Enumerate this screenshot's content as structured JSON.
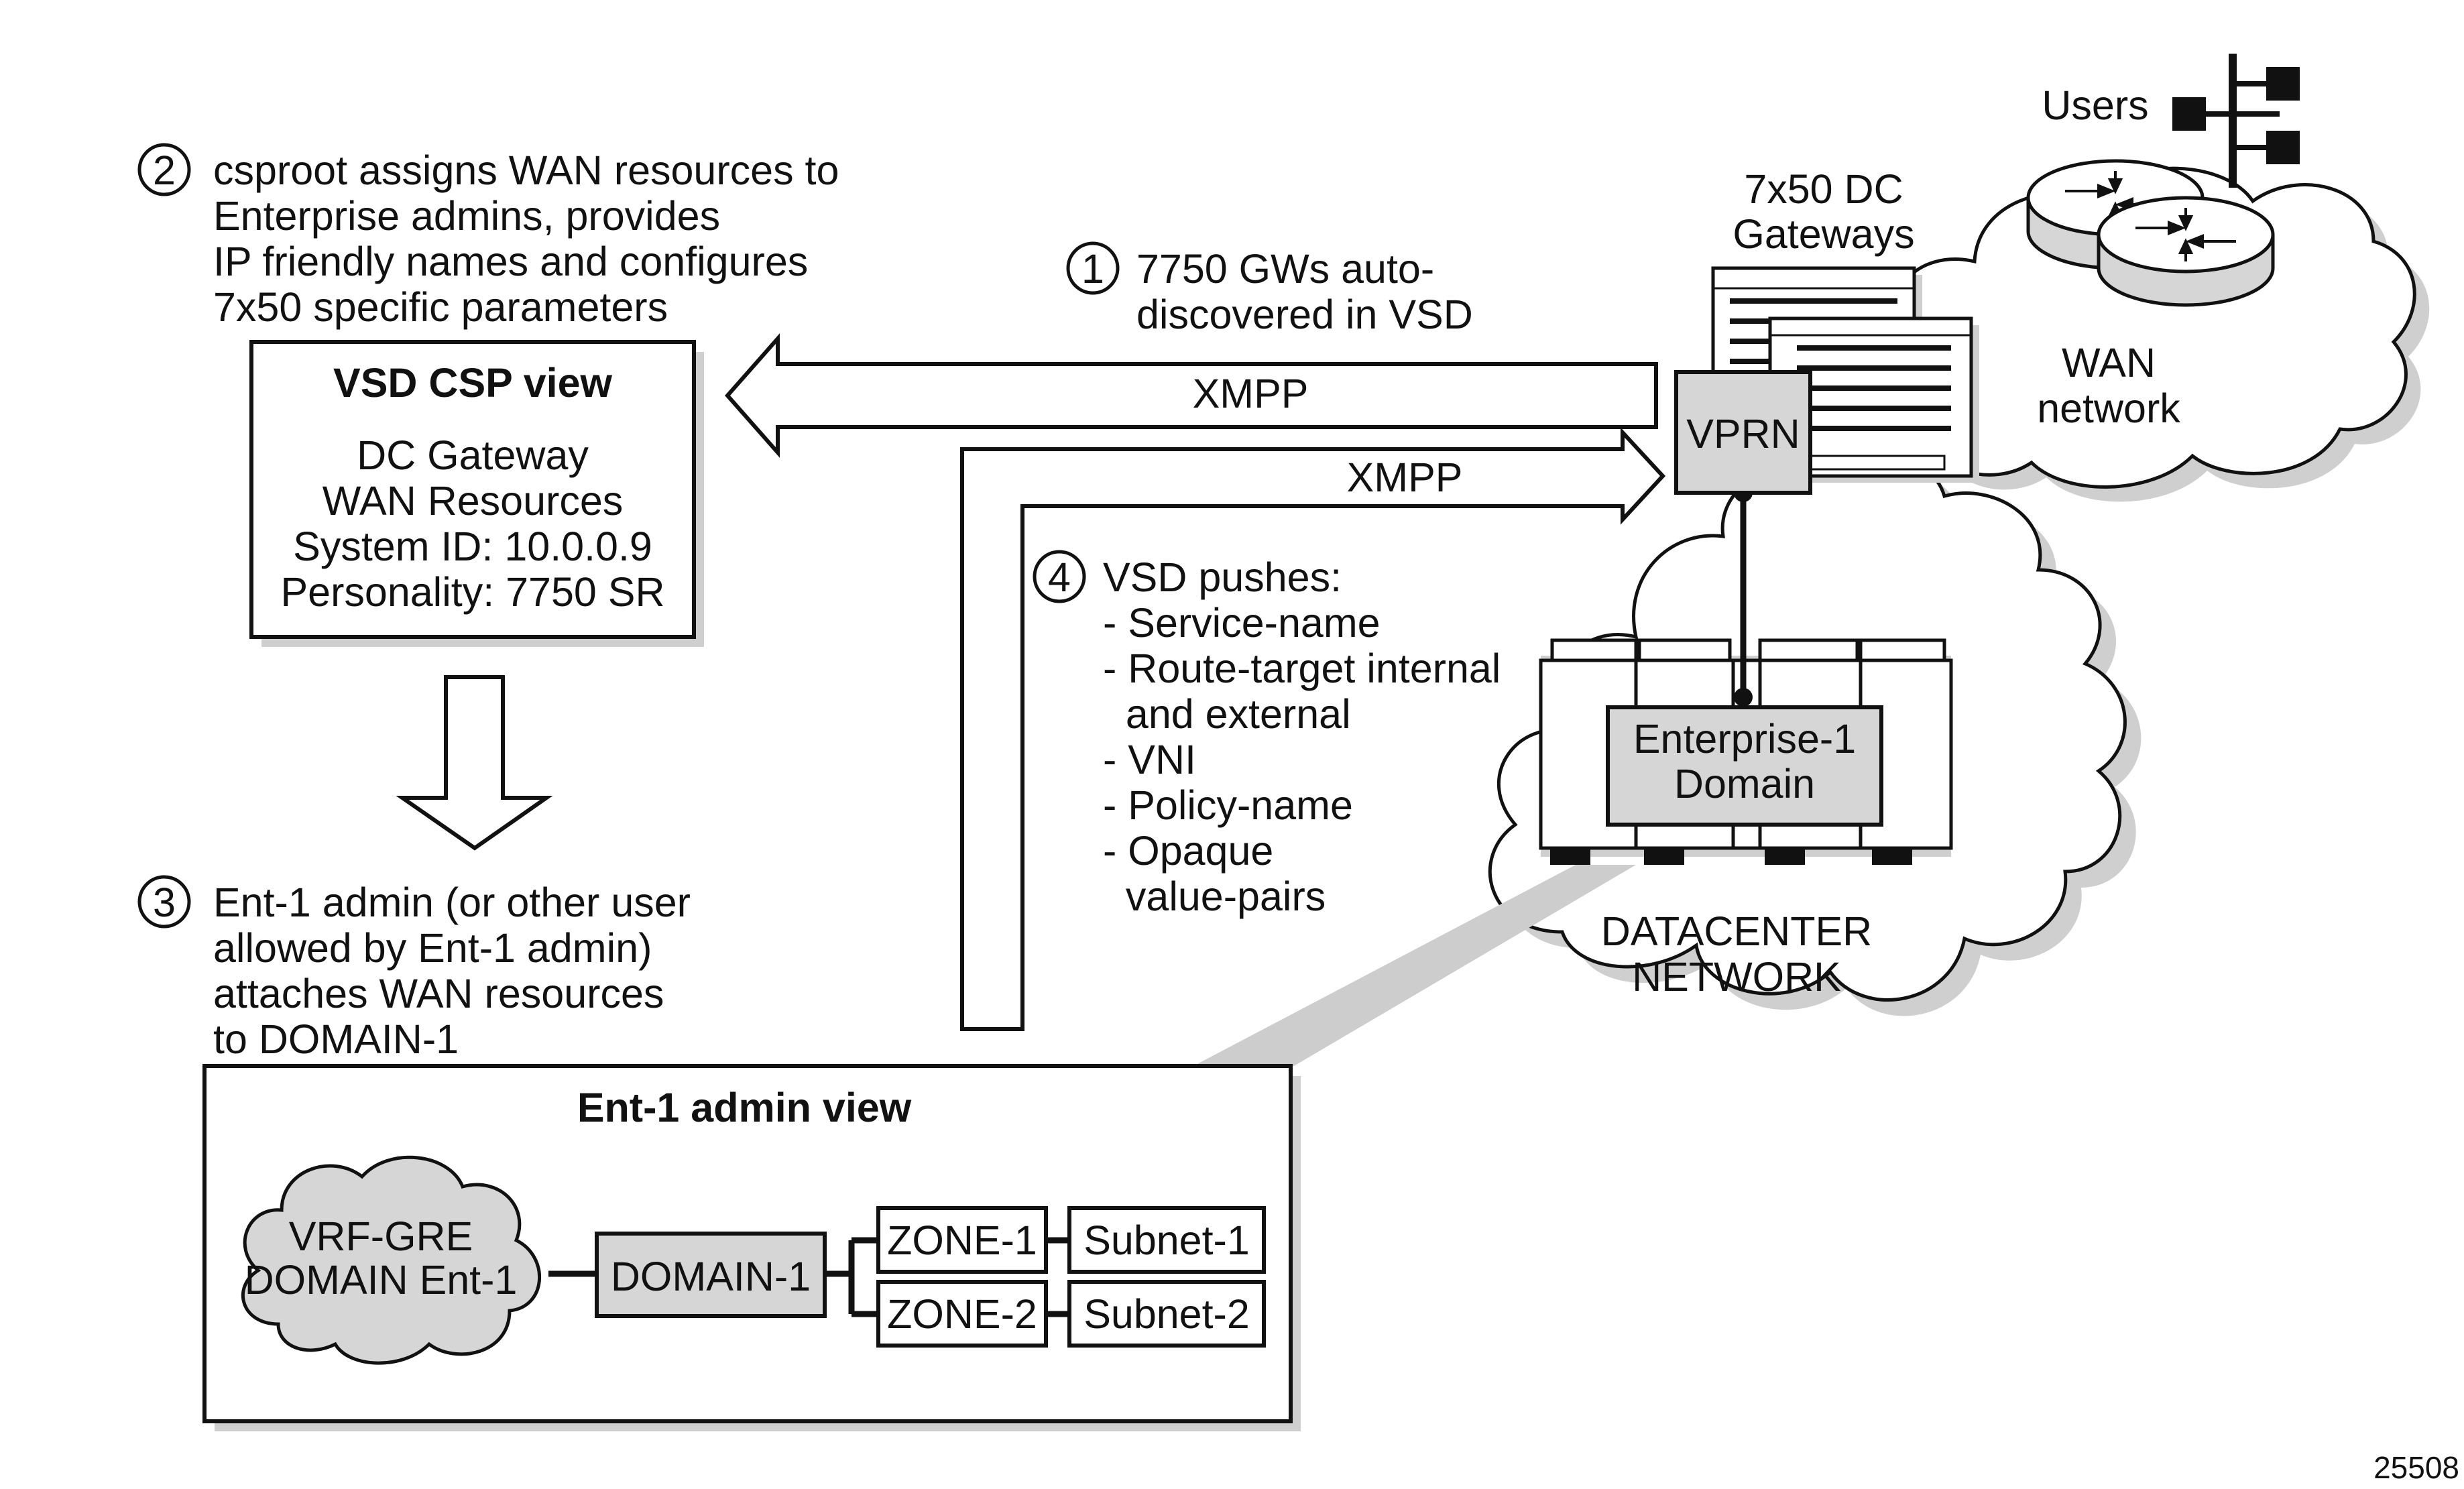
{
  "steps": {
    "s1": {
      "num": "1",
      "lines": [
        "7750 GWs auto-",
        "discovered in VSD"
      ]
    },
    "s2": {
      "num": "2",
      "lines": [
        "csproot assigns WAN resources to",
        "Enterprise admins, provides",
        "IP friendly names and configures",
        "7x50 specific parameters"
      ]
    },
    "s3": {
      "num": "3",
      "lines": [
        "Ent-1 admin (or other user",
        "allowed by Ent-1 admin)",
        "attaches WAN resources",
        "to DOMAIN-1"
      ]
    },
    "s4": {
      "num": "4",
      "title": "VSD pushes:",
      "lines": [
        "- Service-name",
        "- Route-target internal",
        "  and external",
        "- VNI",
        "- Policy-name",
        "- Opaque",
        "  value-pairs"
      ]
    }
  },
  "csp_view": {
    "title": "VSD CSP view",
    "lines": [
      "DC Gateway",
      "WAN Resources",
      "System ID: 10.0.0.9",
      "Personality: 7750 SR"
    ]
  },
  "arrows": {
    "xmpp_left": "XMPP",
    "xmpp_right": "XMPP"
  },
  "gateways": {
    "label_lines": [
      "7x50 DC",
      "Gateways"
    ],
    "vprn": "VPRN"
  },
  "wan": {
    "users": "Users",
    "label_lines": [
      "WAN",
      "network"
    ]
  },
  "datacenter": {
    "domain_lines": [
      "Enterprise-1",
      "Domain"
    ],
    "label_lines": [
      "DATACENTER",
      "NETWORK"
    ]
  },
  "admin_view": {
    "title": "Ent-1 admin view",
    "vrf_lines": [
      "VRF-GRE",
      "DOMAIN Ent-1"
    ],
    "domain": "DOMAIN-1",
    "zones": [
      "ZONE-1",
      "ZONE-2"
    ],
    "subnets": [
      "Subnet-1",
      "Subnet-2"
    ]
  },
  "figure_id": "25508",
  "colors": {
    "box_fill": "#d6d6d6",
    "shadow": "#cfcfcf",
    "ink": "#111111"
  }
}
